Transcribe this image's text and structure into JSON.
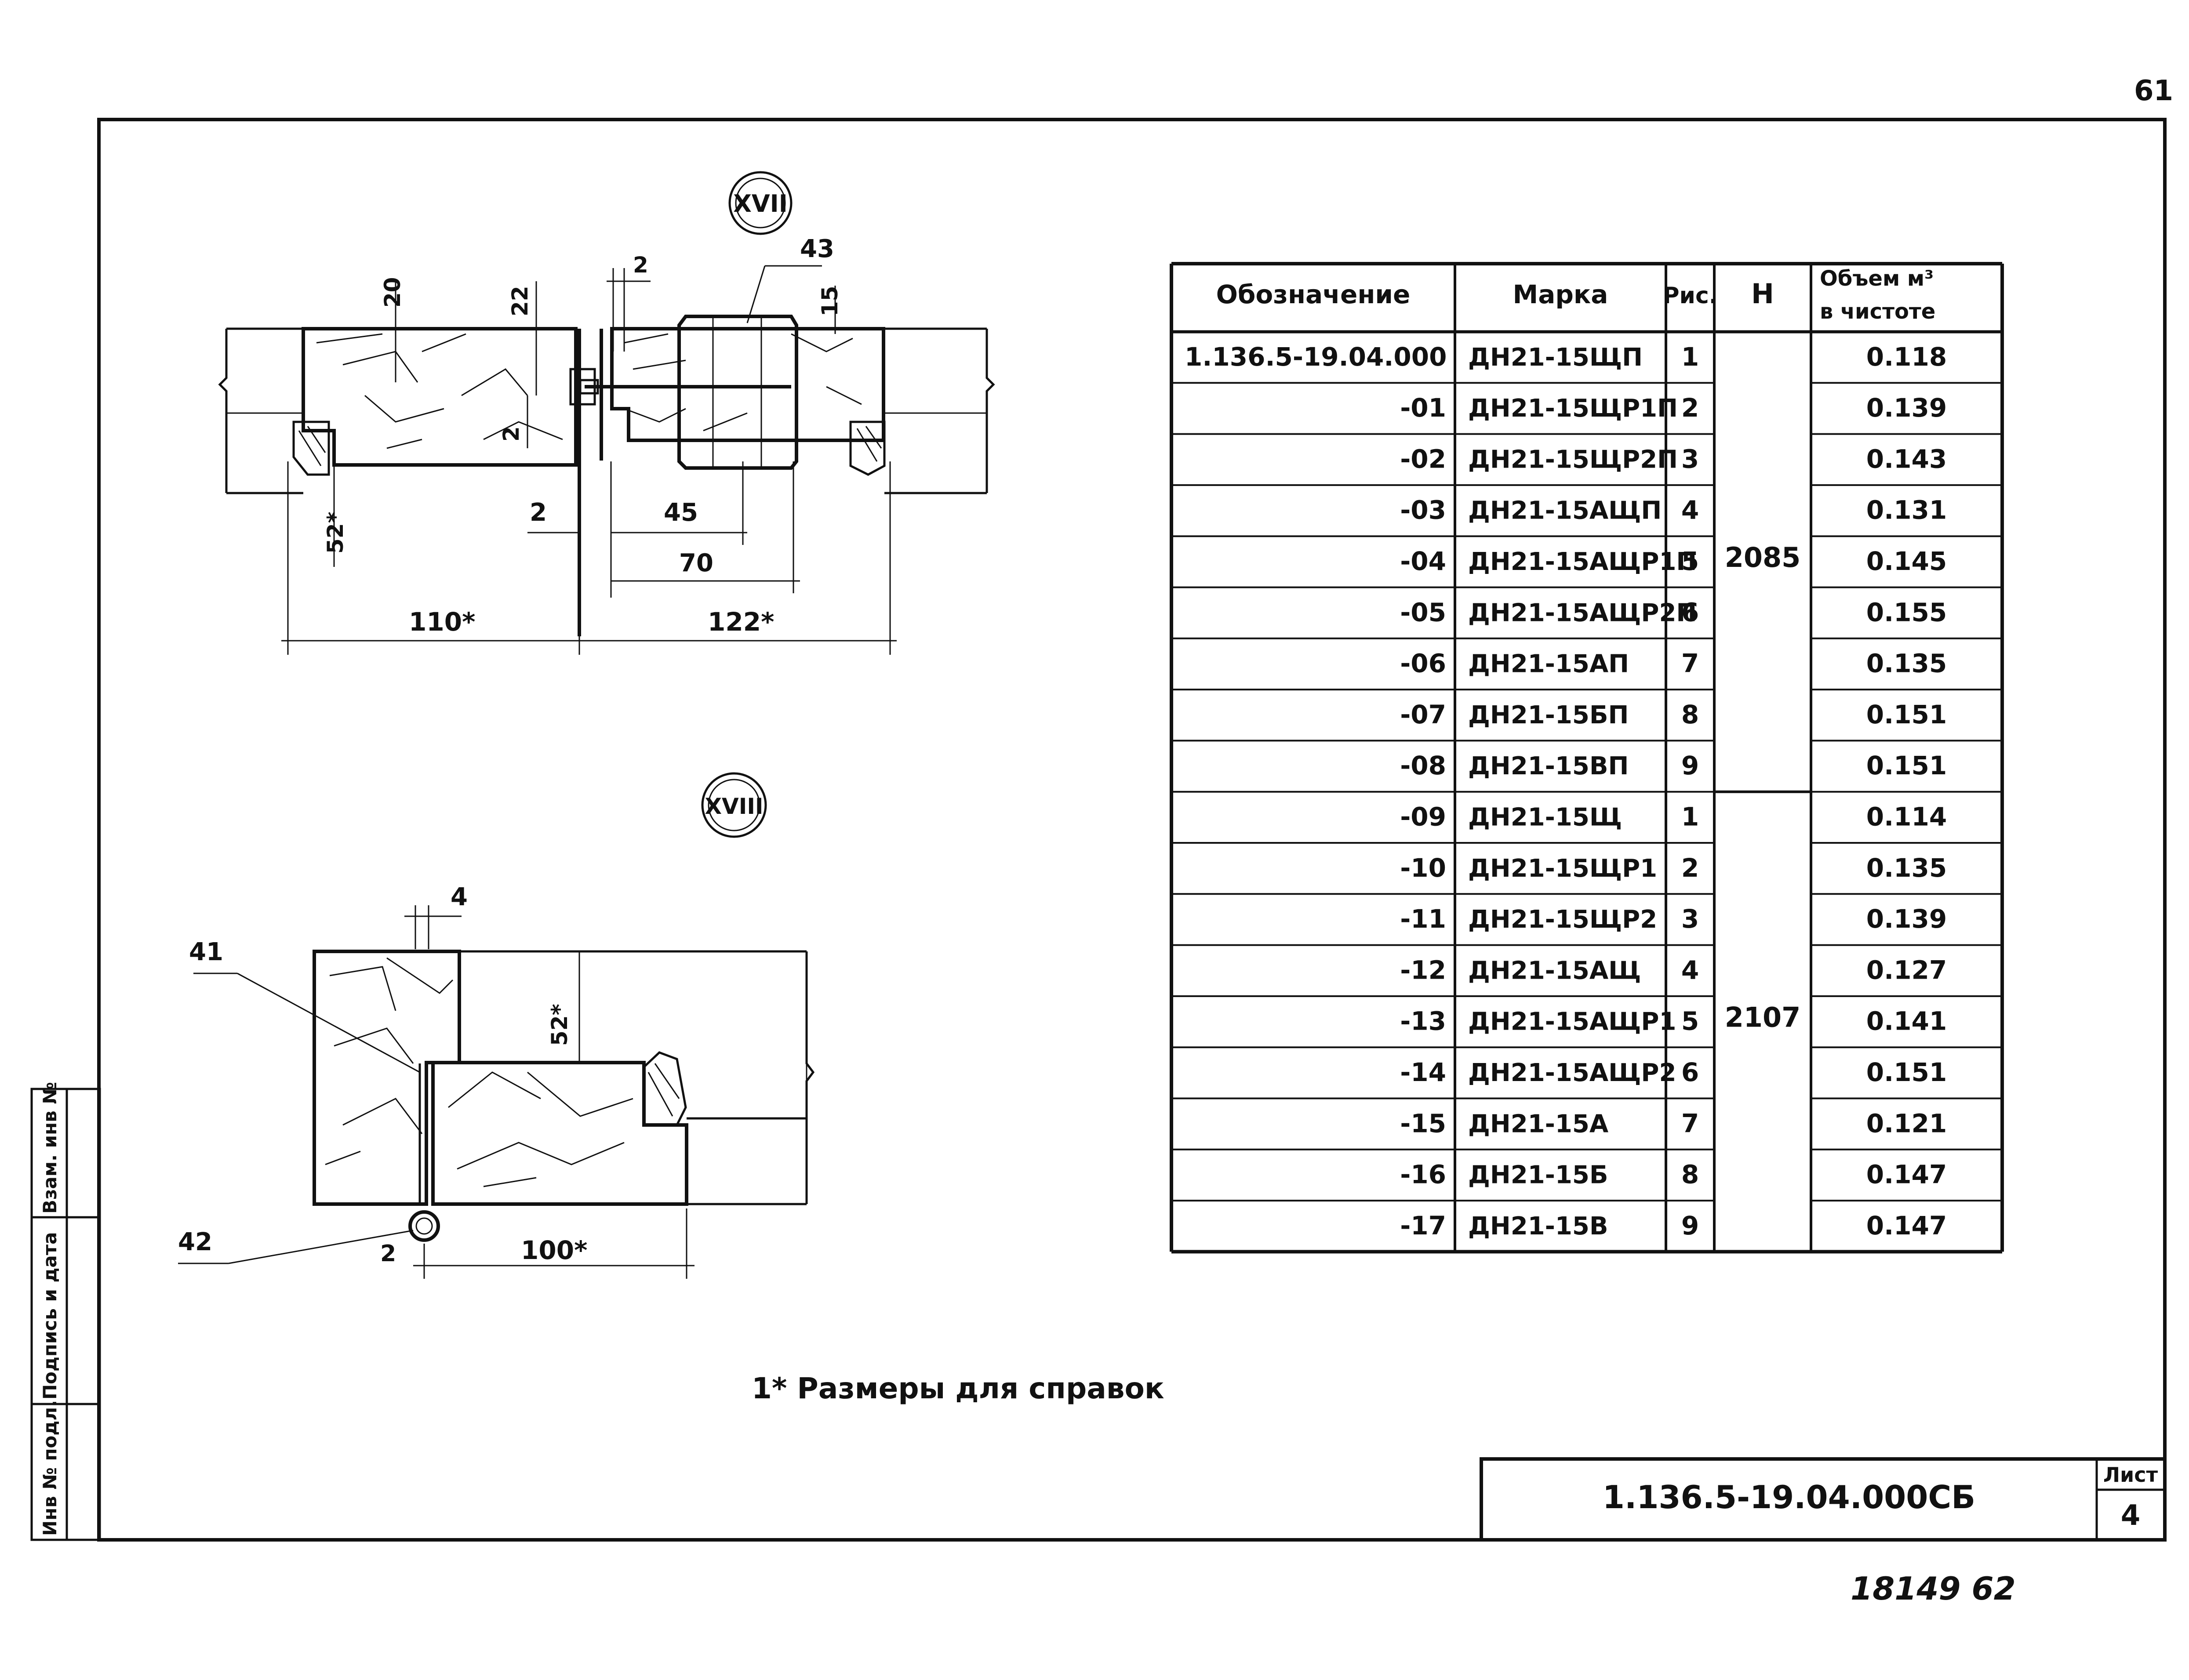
{
  "page_number": "61",
  "callouts": {
    "top": "XVII",
    "bottom": "XVIII"
  },
  "top_detail": {
    "dims": {
      "d_20": "20",
      "d_22": "22",
      "d_2_top": "2",
      "d_43": "43",
      "d_15": "15",
      "d_2_mid": "2",
      "d_52": "52*",
      "d_2_left": "2",
      "d_45": "45",
      "d_70": "70",
      "d_110": "110*",
      "d_122": "122*"
    }
  },
  "bottom_detail": {
    "dims": {
      "d_4": "4",
      "d_41": "41",
      "d_52": "52*",
      "d_42": "42",
      "d_2": "2",
      "d_100": "100*"
    }
  },
  "table": {
    "headers": {
      "designation": "Обозначение",
      "mark": "Марка",
      "fig": "Рис.",
      "h": "H",
      "volume_line1": "Объем м³",
      "volume_line2": "в чистоте"
    },
    "rows": [
      {
        "designation": "1.136.5-19.04.000",
        "mark": "ДН21-15ЩП",
        "fig": "1",
        "volume": "0.118"
      },
      {
        "designation": "-01",
        "mark": "ДН21-15ЩР1П",
        "fig": "2",
        "volume": "0.139"
      },
      {
        "designation": "-02",
        "mark": "ДН21-15ЩР2П",
        "fig": "3",
        "volume": "0.143"
      },
      {
        "designation": "-03",
        "mark": "ДН21-15АЩП",
        "fig": "4",
        "volume": "0.131"
      },
      {
        "designation": "-04",
        "mark": "ДН21-15АЩР1П",
        "fig": "5",
        "volume": "0.145"
      },
      {
        "designation": "-05",
        "mark": "ДН21-15АЩР2П",
        "fig": "6",
        "volume": "0.155"
      },
      {
        "designation": "-06",
        "mark": "ДН21-15АП",
        "fig": "7",
        "volume": "0.135"
      },
      {
        "designation": "-07",
        "mark": "ДН21-15БП",
        "fig": "8",
        "volume": "0.151"
      },
      {
        "designation": "-08",
        "mark": "ДН21-15ВП",
        "fig": "9",
        "volume": "0.151"
      },
      {
        "designation": "-09",
        "mark": "ДН21-15Щ",
        "fig": "1",
        "volume": "0.114"
      },
      {
        "designation": "-10",
        "mark": "ДН21-15ЩР1",
        "fig": "2",
        "volume": "0.135"
      },
      {
        "designation": "-11",
        "mark": "ДН21-15ЩР2",
        "fig": "3",
        "volume": "0.139"
      },
      {
        "designation": "-12",
        "mark": "ДН21-15АЩ",
        "fig": "4",
        "volume": "0.127"
      },
      {
        "designation": "-13",
        "mark": "ДН21-15АЩР1",
        "fig": "5",
        "volume": "0.141"
      },
      {
        "designation": "-14",
        "mark": "ДН21-15АЩР2",
        "fig": "6",
        "volume": "0.151"
      },
      {
        "designation": "-15",
        "mark": "ДН21-15А",
        "fig": "7",
        "volume": "0.121"
      },
      {
        "designation": "-16",
        "mark": "ДН21-15Б",
        "fig": "8",
        "volume": "0.147"
      },
      {
        "designation": "-17",
        "mark": "ДН21-15В",
        "fig": "9",
        "volume": "0.147"
      }
    ],
    "h_groups": [
      "2085",
      "2107"
    ]
  },
  "note": "1* Размеры для справок",
  "title_block": {
    "doc_code": "1.136.5-19.04.000СБ",
    "sheet_label": "Лист",
    "sheet_number": "4"
  },
  "side_stamp": {
    "inv_orig": "Инв № подл.",
    "sign_date": "Подпись и дата",
    "inv_repl": "Взам. инв №"
  },
  "bottom_stamp": "18149 62"
}
